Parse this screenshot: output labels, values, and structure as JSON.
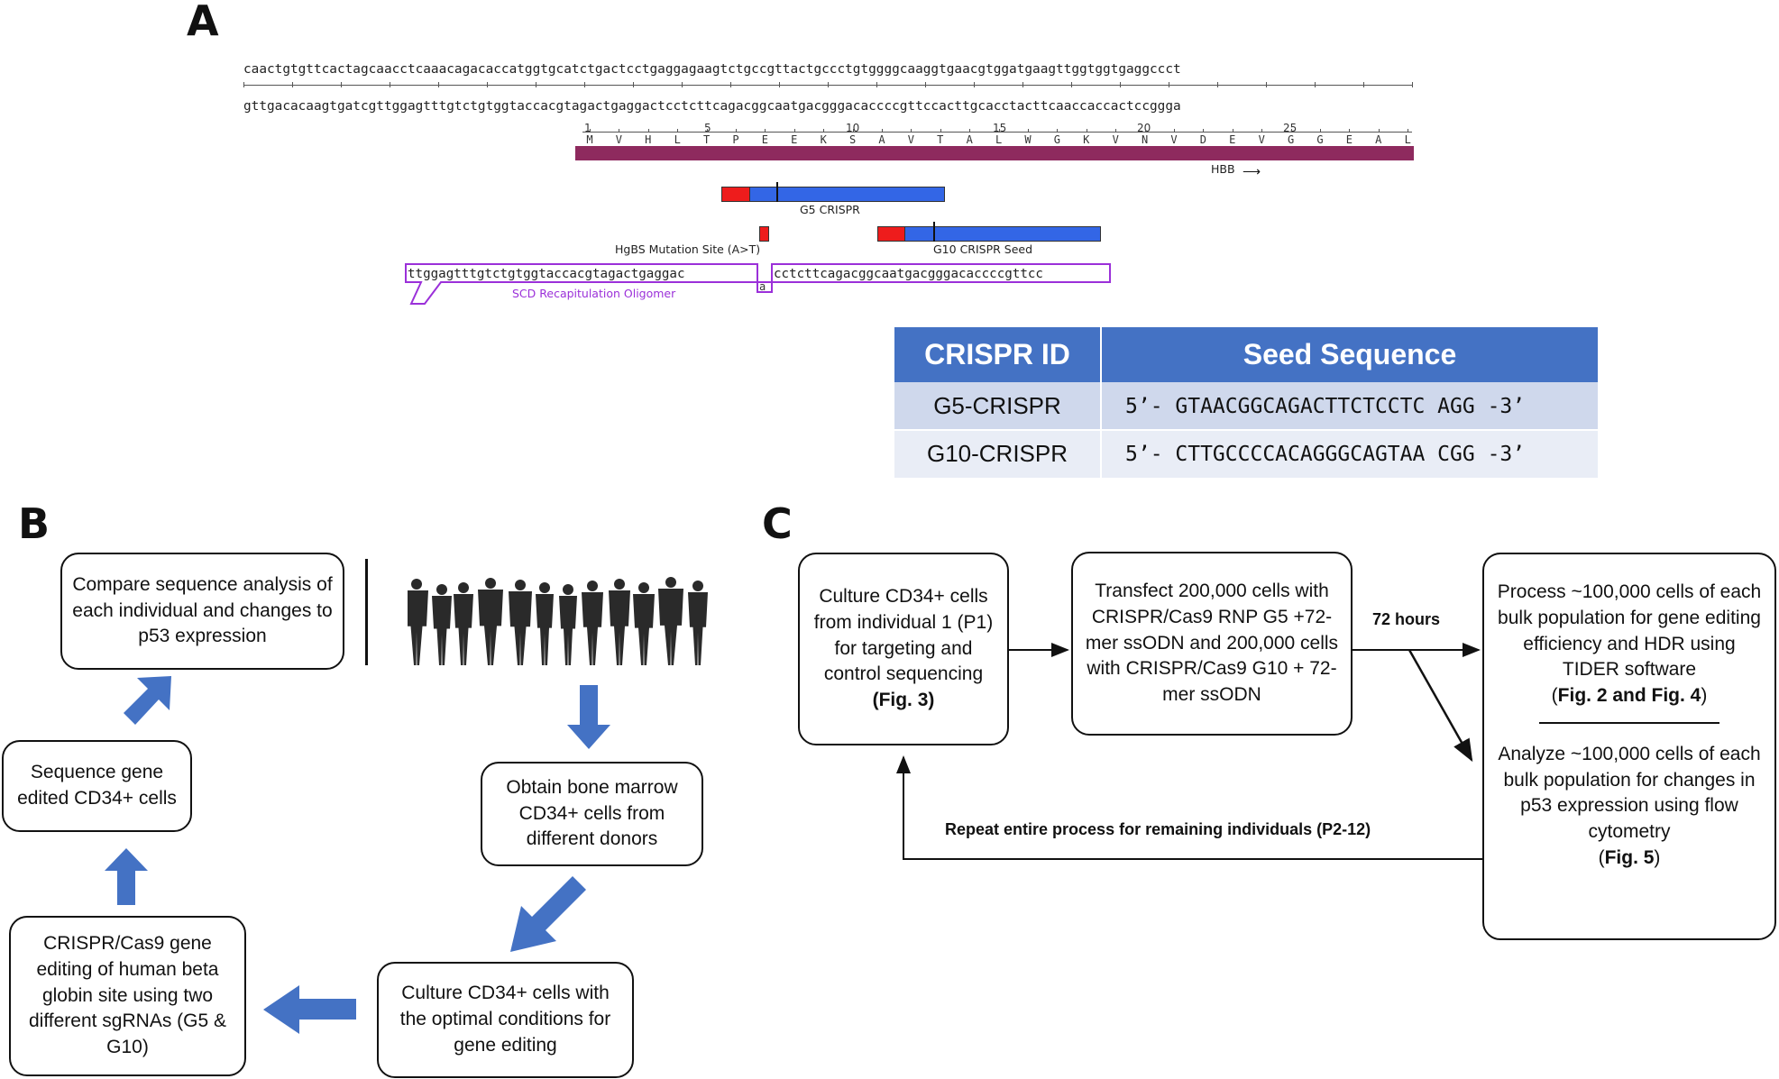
{
  "panels": {
    "a": "A",
    "b": "B",
    "c": "C"
  },
  "sequence": {
    "top": "caactgtgttcactagcaacctcaaacagacaccatggtgcatctgactcctgaggagaagtctgccgttactgccctgtggggcaaggtgaacgtggatgaagttggtggtgaggccct",
    "bottom": "gttgacacaagtgatcgttggagtttgtctgtggtaccacgtagactgaggactcctcttcagacggcaatgacgggacaccccgttccacttgcacctacttcaaccaccactccggga",
    "positions": [
      "1",
      "5",
      "10",
      "15",
      "20",
      "25"
    ],
    "amino_acids": [
      "M",
      "V",
      "H",
      "L",
      "T",
      "P",
      "E",
      "E",
      "K",
      "S",
      "A",
      "V",
      "T",
      "A",
      "L",
      "W",
      "G",
      "K",
      "V",
      "N",
      "V",
      "D",
      "E",
      "V",
      "G",
      "G",
      "E",
      "A",
      "L"
    ],
    "hbb_label": "HBB",
    "g5_label": "G5 CRISPR",
    "mutation_label": "HgBS Mutation Site (A>T)",
    "g10_label": "G10 CRISPR Seed",
    "oligo_seq_left": "ttggagtttgtctgtggtaccacgtagactgaggac",
    "oligo_seq_right": "cctcttcagacggcaatgacgggacaccccgttcc",
    "oligo_mismatch": "a",
    "oligo_label": "SCD Recapitulation Oligomer"
  },
  "table": {
    "headers": [
      "CRISPR ID",
      "Seed Sequence"
    ],
    "rows": [
      {
        "id": "G5-CRISPR",
        "seq": "5’- GTAACGGCAGACTTCTCCTC AGG -3’"
      },
      {
        "id": "G10-CRISPR",
        "seq": "5’- CTTGCCCCACAGGGCAGTAA CGG -3’"
      }
    ],
    "colors": {
      "header": "#4472c4",
      "row1": "#cfd8ec",
      "row2": "#e9edf6"
    }
  },
  "panel_b": {
    "compare": "Compare sequence analysis of each individual and changes to p53 expression",
    "obtain": "Obtain bone marrow CD34+ cells from different donors",
    "culture": "Culture CD34+ cells with the optimal conditions for gene editing",
    "crispr": "CRISPR/Cas9 gene editing of human beta globin site using two different sgRNAs (G5 & G10)",
    "sequence": "Sequence gene edited CD34+ cells",
    "arrow_color": "#4472c4"
  },
  "panel_c": {
    "culture_text": "Culture CD34+ cells from individual 1 (P1) for targeting and control sequencing",
    "culture_ref": "(Fig. 3)",
    "transfect": "Transfect 200,000 cells with CRISPR/Cas9 RNP G5 +72-mer ssODN and 200,000 cells with CRISPR/Cas9 G10 + 72-mer ssODN",
    "hours": "72 hours",
    "process_text": "Process ~100,000 cells of each bulk population for gene editing efficiency and HDR using TIDER software",
    "process_ref": "Fig. 2 and Fig. 4",
    "analyze_text": "Analyze ~100,000 cells of each bulk population for changes in p53 expression using flow cytometry",
    "analyze_ref": "Fig. 5",
    "repeat": "Repeat entire process for remaining individuals (P2-12)"
  },
  "feature_colors": {
    "hbb": "#8e2a5e",
    "pam": "#ee1c1c",
    "seed": "#3366e6",
    "oligo": "#9b30d9"
  }
}
